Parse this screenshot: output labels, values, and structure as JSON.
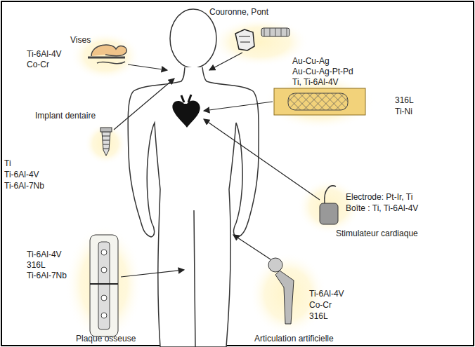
{
  "diagram": {
    "labels": [
      "Vises",
      "Ti-6Al-4V",
      "Co-Cr",
      "Couronne, Pont",
      "Au-Cu-Ag",
      "Au-Cu-Ag-Pt-Pd",
      "Ti, Ti-6Al-4V",
      "Implant dentaire",
      "Ti",
      "Ti-6Al-4V",
      "Ti-6Al-7Nb",
      "316L",
      "Ti-Ni",
      "Electrode: Pt-Ir, Ti",
      "Boîte : Ti, Ti-6Al-4V",
      "Stimulateur cardiaque",
      "Ti-6Al-4V",
      "316L",
      "Ti-6Al-7Nb",
      "Plaque osseuse",
      "Ti-6Al-4V",
      "Co-Cr",
      "316L",
      "Articulation artificielle"
    ]
  }
}
